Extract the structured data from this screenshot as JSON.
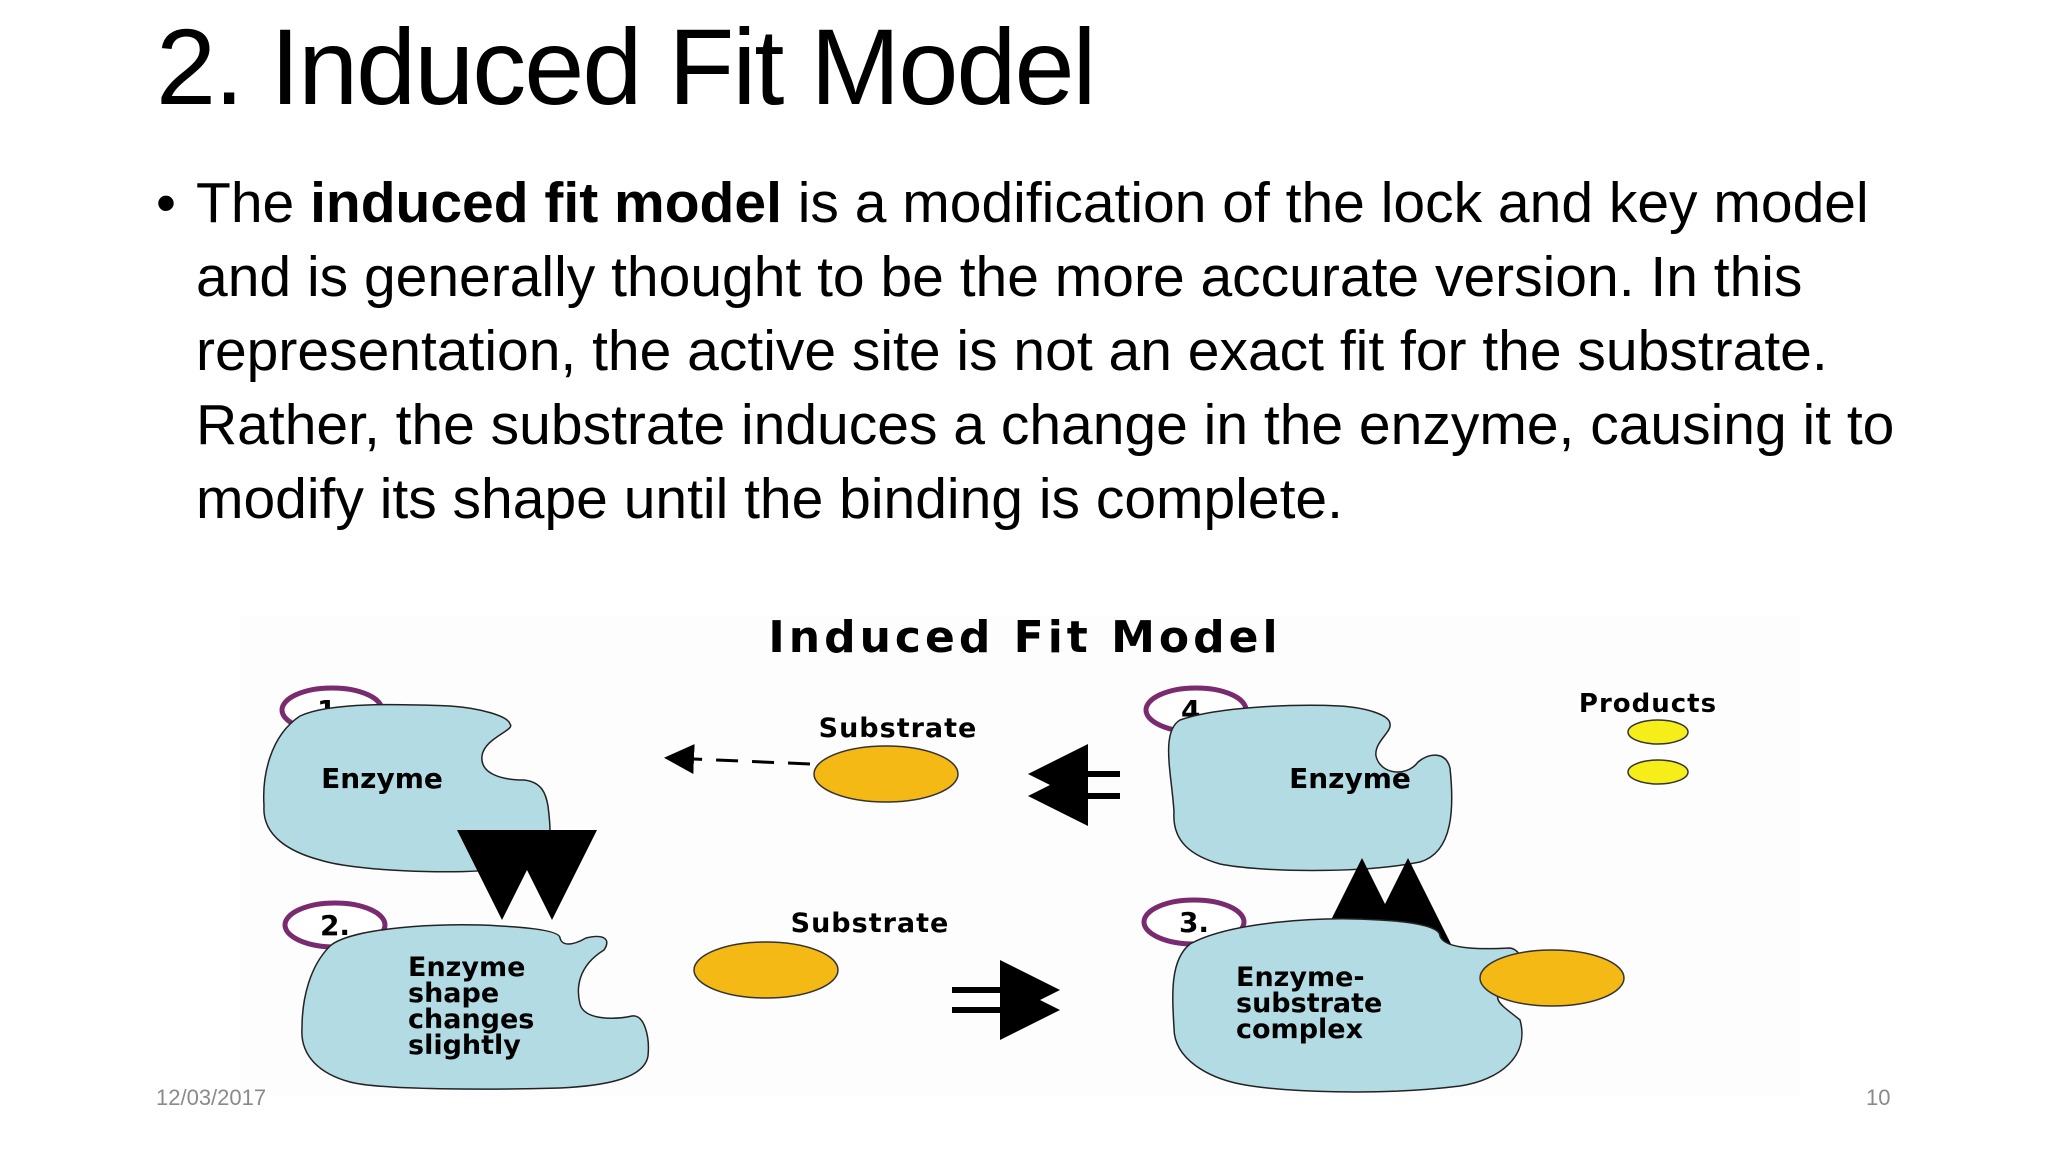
{
  "slide": {
    "title": "2. Induced Fit Model",
    "bullet": {
      "marker": "•",
      "text_1": "The ",
      "bold": "induced fit model",
      "text_2": " is a modification of the lock and key model and is generally thought to be the more accurate version. In this representation, the active site is not an exact fit for the substrate. Rather, the substrate induces a change in the enzyme, causing it to modify its shape until the binding is complete."
    },
    "diagram": {
      "title": "Induced Fit Model",
      "step_1": "1.",
      "step_2": "2.",
      "step_3": "3.",
      "step_4": "4.",
      "enzyme_1": "Enzyme",
      "enzyme_4": "Enzyme",
      "enzyme_2_lines": [
        "Enzyme",
        "shape",
        "changes",
        "slightly"
      ],
      "enzyme_3_lines": [
        "Enzyme-",
        "substrate",
        "complex"
      ],
      "substrate_top": "Substrate",
      "substrate_bottom": "Substrate",
      "products": "Products",
      "colors": {
        "enzyme_fill": "#b3dbe4",
        "substrate_fill": "#f4b915",
        "product_fill": "#f5ee18",
        "step_circle": "#7a2a6e"
      }
    },
    "footer": {
      "date": "12/03/2017",
      "page": "10"
    }
  }
}
